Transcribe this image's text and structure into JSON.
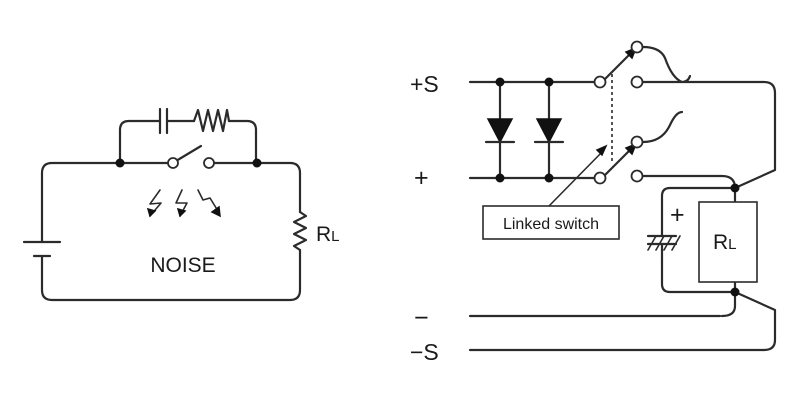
{
  "left_circuit": {
    "noise_label": "NOISE",
    "load_label_main": "R",
    "load_label_sub": "L"
  },
  "right_circuit": {
    "sense_plus_label": "+S",
    "plus_label": "+",
    "minus_label": "−",
    "sense_minus_label": "−S",
    "callout_label": "Linked switch",
    "cap_plus_label": "+",
    "load_label_main": "R",
    "load_label_sub": "L"
  },
  "colors": {
    "wire": "#2b2b2b",
    "junction": "#111111",
    "background": "#ffffff"
  }
}
